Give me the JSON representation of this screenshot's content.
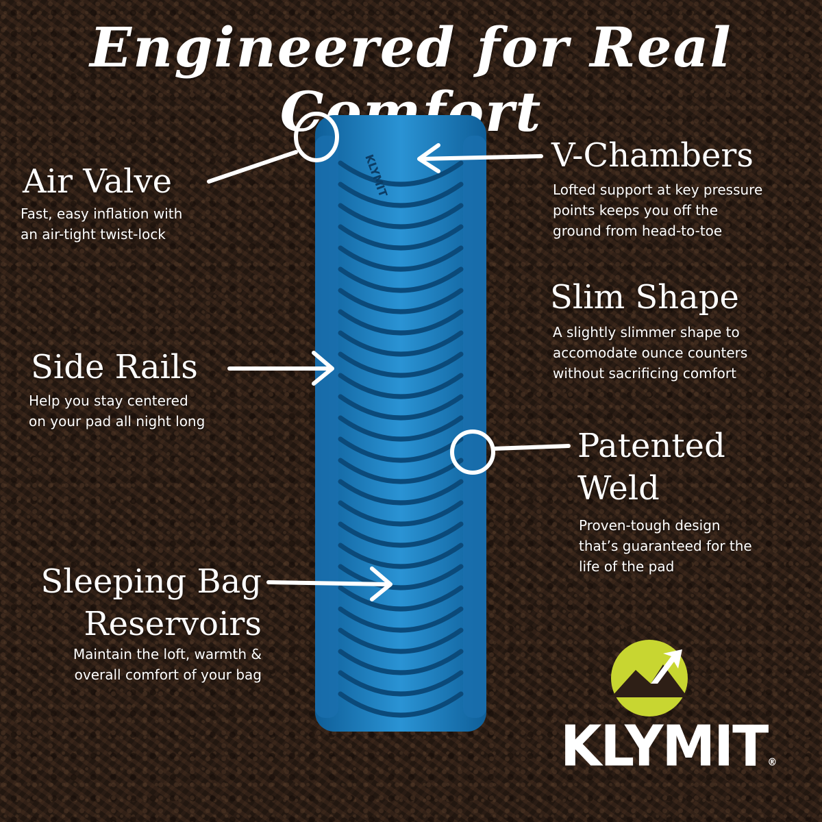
{
  "title": "Engineered for Real Comfort",
  "pad": {
    "color": "#1e7fc0",
    "brand_label": "KLYMIT"
  },
  "features": [
    {
      "heading": "Air Valve",
      "description_lines": [
        "Fast, easy inflation with",
        "an air-tight twist-lock"
      ]
    },
    {
      "heading": "V-Chambers",
      "description_lines": [
        "Lofted support at key pressure",
        "points keeps you off the",
        "ground from head-to-toe"
      ]
    },
    {
      "heading": "Slim Shape",
      "description_lines": [
        "A slightly slimmer shape to",
        "accomodate ounce counters",
        "without sacrificing comfort"
      ]
    },
    {
      "heading": "Side Rails",
      "description_lines": [
        "Help you stay centered",
        "on your pad all night long"
      ]
    },
    {
      "heading_lines": [
        "Patented",
        "Weld"
      ],
      "description_lines": [
        "Proven-tough design",
        "that’s guaranteed for the",
        "life of the pad"
      ]
    },
    {
      "heading_lines": [
        "Sleeping Bag",
        "Reservoirs"
      ],
      "description_lines": [
        "Maintain the loft, warmth &",
        "overall comfort of your bag"
      ]
    }
  ],
  "logo": {
    "wordmark": "KLYMIT",
    "registered_mark": "®",
    "accent_color": "#c8d631",
    "icon": "mountain-arrow-icon"
  }
}
